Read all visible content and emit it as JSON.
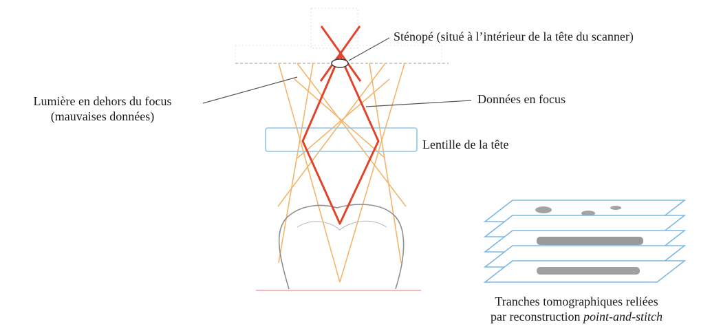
{
  "labels": {
    "pinhole": "Sténopé (situé à l’intérieur de la tête du scanner)",
    "out_of_focus_line1": "Lumière en dehors du focus",
    "out_of_focus_line2": "(mauvaises données)",
    "in_focus": "Données en focus",
    "head_lens": "Lentille de la tête",
    "slices_line1": "Tranches tomographiques reliées",
    "slices_line2_prefix": "par reconstruction ",
    "slices_line2_italic": "point-and-stitch"
  },
  "colors": {
    "focus_rays": "#e0452c",
    "out_of_focus_rays": "#f3b56b",
    "lens_outline": "#8cc6e8",
    "slice_outline": "#79b8e6",
    "slice_blobs": "#9a9a9a",
    "tooth_outline": "#8f8f8f",
    "gum_line": "#f1a0a6",
    "dashed_line": "#9a9a9a",
    "leader_line": "#555555"
  }
}
